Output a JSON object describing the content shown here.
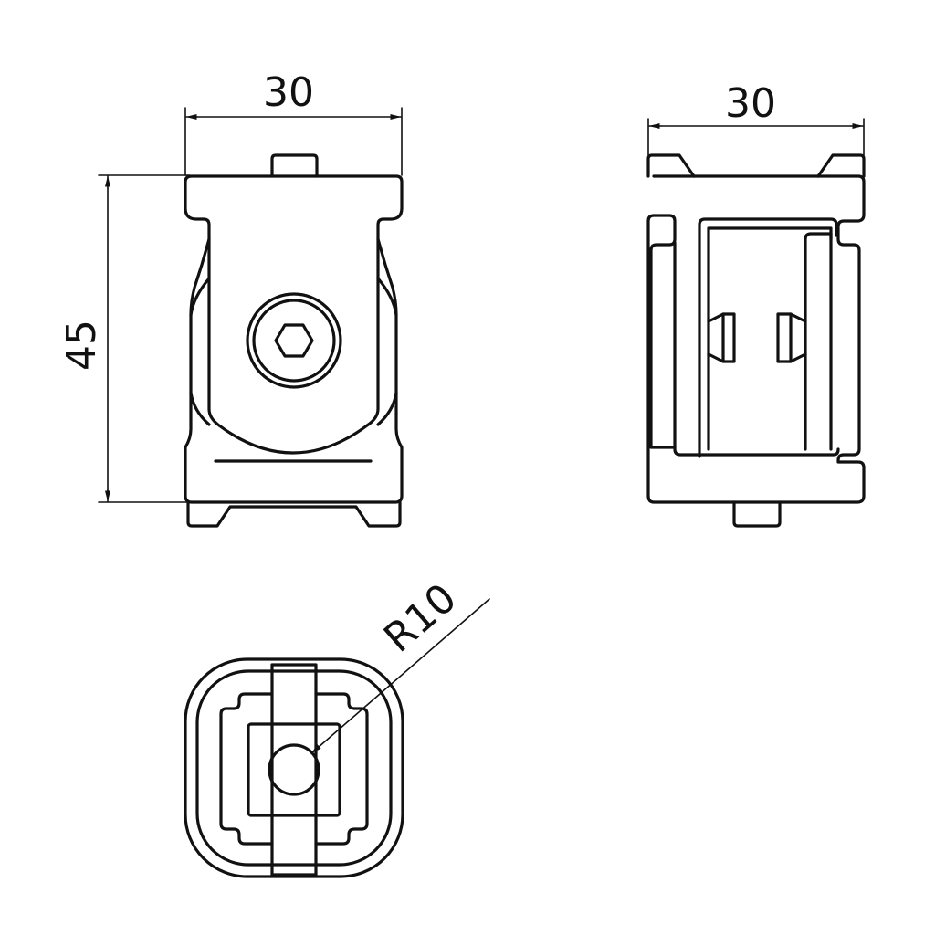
{
  "dimensions": {
    "front_width": "30",
    "front_height": "45",
    "side_width": "30",
    "top_radius": "R10"
  }
}
